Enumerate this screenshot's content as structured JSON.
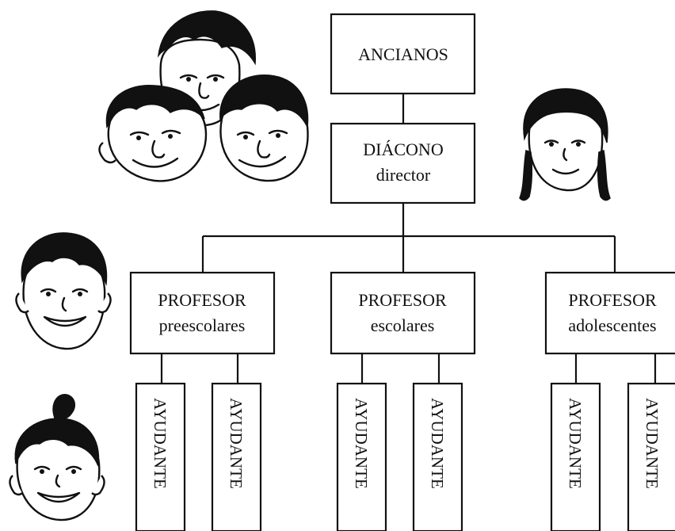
{
  "org_chart": {
    "elders": {
      "label": "ANCIANOS"
    },
    "deacon": {
      "title": "DIÁCONO",
      "role": "director"
    },
    "teachers": [
      {
        "title": "PROFESOR",
        "group": "preescolares",
        "helpers": [
          "AYUDANTE",
          "AYUDANTE"
        ]
      },
      {
        "title": "PROFESOR",
        "group": "escolares",
        "helpers": [
          "AYUDANTE",
          "AYUDANTE"
        ]
      },
      {
        "title": "PROFESOR",
        "group": "adolescentes",
        "helpers": [
          "AYUDANTE",
          "AYUDANTE"
        ]
      }
    ]
  },
  "illustrations": [
    "group-of-three-children-faces",
    "girl-with-braids-face",
    "curly-haired-boy-face",
    "girl-with-ponytail-face"
  ]
}
